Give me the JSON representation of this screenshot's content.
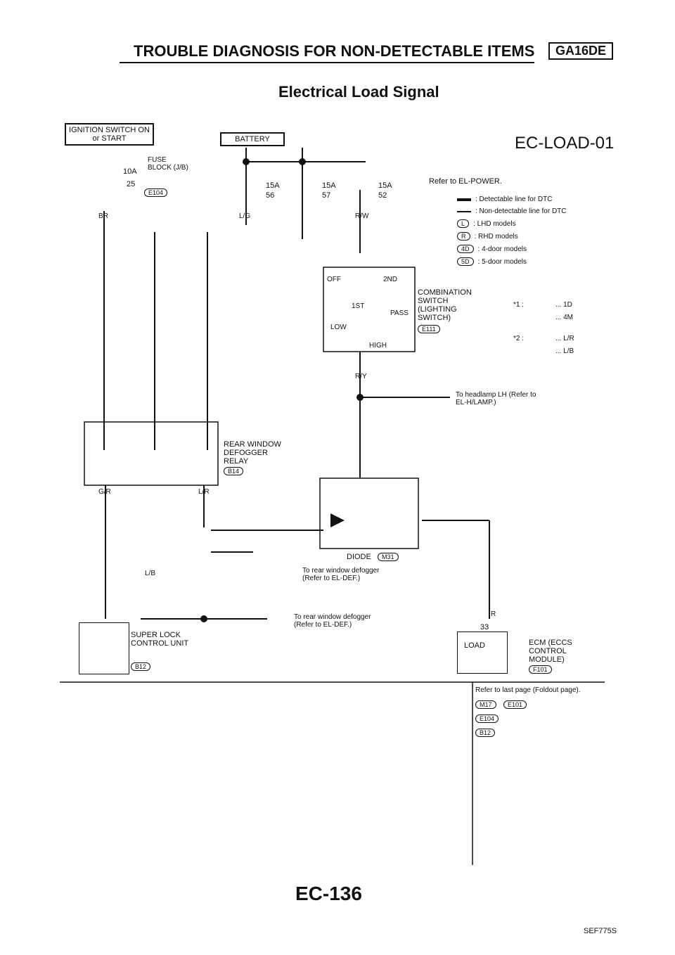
{
  "header": {
    "title": "TROUBLE DIAGNOSIS FOR NON-DETECTABLE ITEMS",
    "engine_tag": "GA16DE"
  },
  "section_title": "Electrical Load Signal",
  "diagram_code": "EC-LOAD-01",
  "power": {
    "ignition_switch": "IGNITION SWITCH ON or START",
    "battery": "BATTERY",
    "fuse_block": "FUSE BLOCK (J/B)",
    "fuse_block_conn": "E104",
    "fuses": [
      {
        "rating": "10A",
        "number": "25"
      },
      {
        "rating": "15A",
        "number": "56"
      },
      {
        "rating": "15A",
        "number": "57"
      },
      {
        "rating": "15A",
        "number": "52"
      }
    ],
    "refer_power": "Refer to EL-POWER."
  },
  "legend": {
    "detectable": ": Detectable line for DTC",
    "non_detectable": ": Non-detectable line for DTC",
    "lhd": ": LHD models",
    "rhd": ": RHD models",
    "four_door": ": 4-door models",
    "five_door": ": 5-door models",
    "star1": "*1 :",
    "star1_l": "... 1D",
    "star1_r": "... 4M",
    "star2": "*2 :",
    "star2_4d": "... L/R",
    "star2_5d": "... L/B"
  },
  "components": {
    "combination_switch": "COMBINATION SWITCH (LIGHTING SWITCH)",
    "combination_switch_conn": "E111",
    "sw_positions": [
      "OFF",
      "2ND",
      "1ST",
      "PASS",
      "LOW",
      "HIGH"
    ],
    "rear_defogger_relay": "REAR WINDOW DEFOGGER RELAY",
    "relay_conn": "B14",
    "diode": "DIODE",
    "diode_conn": "M31",
    "super_lock": "SUPER LOCK CONTROL UNIT",
    "super_lock_conn": "B12",
    "ecm": "ECM (ECCS CONTROL MODULE)",
    "ecm_conn": "F101",
    "ecm_terminal": "33",
    "load": "LOAD"
  },
  "notes": {
    "headlamp": "To headlamp LH (Refer to EL-H/LAMP.)",
    "rear_defogger_1": "To rear window defogger (Refer to EL-DEF.)",
    "rear_defogger_2": "To rear window defogger (Refer to EL-DEF.)",
    "foldout": "Refer to last page (Foldout page).",
    "foldout_conns": [
      "M17",
      "E101",
      "E104",
      "B12"
    ]
  },
  "wire_colors": [
    "BR",
    "L/G",
    "R/W",
    "R/Y",
    "G/R",
    "L/R",
    "L/B",
    "R"
  ],
  "page_number": "EC-136",
  "figure_id": "SEF775S"
}
